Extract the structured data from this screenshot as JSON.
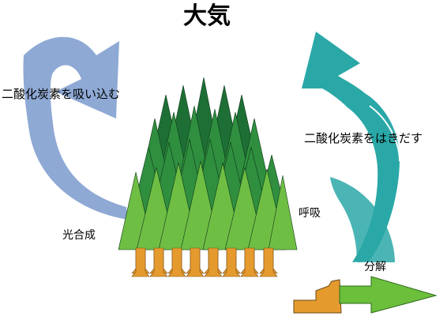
{
  "title": "大気",
  "labels": {
    "absorb_co2": "二酸化炭素を吸い込む",
    "emit_co2": "二酸化炭素をはきだす",
    "photosynthesis": "光合成",
    "respiration": "呼吸",
    "decomposition": "分解"
  },
  "colors": {
    "absorb_arrow": "#8ea9d4",
    "emit_arrow": "#2aa8a7",
    "tree_dark": "#1e6f35",
    "tree_mid": "#2f8f3f",
    "tree_light": "#6fbe44",
    "trunk": "#e59a2e",
    "decomp_arrow": "#6bbf3a"
  }
}
